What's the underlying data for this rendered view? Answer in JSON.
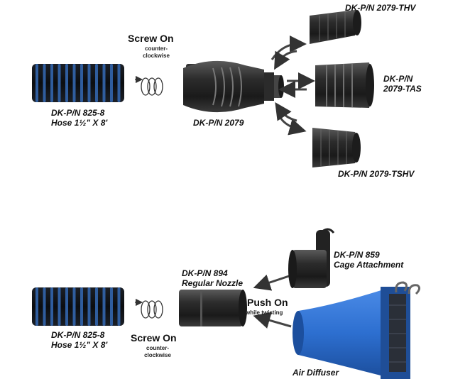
{
  "top": {
    "hose_label_1": "DK-P/N 825-8",
    "hose_label_2": "Hose 1½\" X 8'",
    "screw_on": "Screw On",
    "screw_sub_1": "counter-",
    "screw_sub_2": "clockwise",
    "adapter_label": "DK-P/N 2079",
    "thv_label": "DK-P/N 2079-THV",
    "tas_label_1": "DK-P/N",
    "tas_label_2": "2079-TAS",
    "tshv_label": "DK-P/N 2079-TSHV"
  },
  "bottom": {
    "hose_label_1": "DK-P/N 825-8",
    "hose_label_2": "Hose 1½\" X 8'",
    "screw_on": "Screw On",
    "screw_sub_1": "counter-",
    "screw_sub_2": "clockwise",
    "nozzle_label_1": "DK-P/N 894",
    "nozzle_label_2": "Regular Nozzle",
    "push_on": "Push On",
    "push_sub": "while twisting",
    "cage_label_1": "DK-P/N 859",
    "cage_label_2": "Cage Attachment",
    "diffuser_label": "Air Diffuser"
  },
  "colors": {
    "hose_blue": "#2f5d9e",
    "hose_dark": "#111418",
    "part_dark": "#2a2a2a",
    "diffuser_blue": "#2d6fd0"
  }
}
